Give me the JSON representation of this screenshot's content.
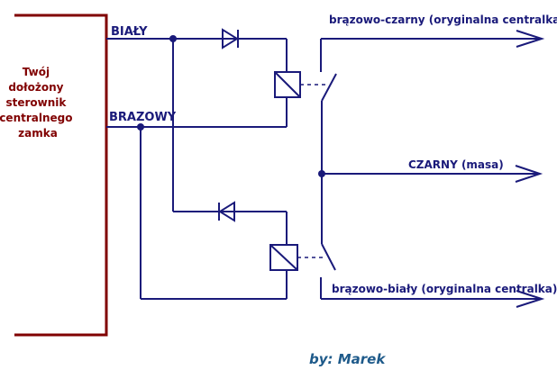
{
  "controller": {
    "lines": [
      "Twój",
      "dołożony",
      "sterownik",
      "centralnego",
      "zamka"
    ]
  },
  "wires": {
    "white": "BIAŁY",
    "brown": "BRAZOWY"
  },
  "outputs": {
    "top": "brązowo-czarny (oryginalna centralka)",
    "middle": "CZARNY (masa)",
    "bottom": "brązowo-biały (oryginalna centralka)"
  },
  "author": "by: Marek",
  "colors": {
    "wire": "#1a1a7a",
    "controller": "#800000",
    "author": "#1e5a8a",
    "background": "#ffffff"
  }
}
